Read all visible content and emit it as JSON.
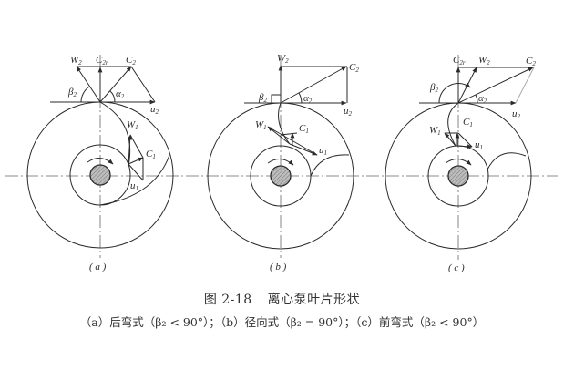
{
  "figure": {
    "number": "图 2-18",
    "title": "离心泵叶片形状",
    "subcaption": {
      "a": "（a）后弯式（β₂ < 90°）；",
      "b": "（b）径向式（β₂ = 90°）；",
      "c": "（c）前弯式（β₂ < 90°）"
    }
  },
  "panels": [
    {
      "id": "a",
      "label": "(a)",
      "type_name": "后弯式",
      "condition": "β₂ < 90°",
      "vectors_outlet": [
        "W₂",
        "C₂ᵣ",
        "C₂",
        "u₂"
      ],
      "angles_outlet": [
        "β₂",
        "α₂"
      ],
      "vectors_inlet": [
        "W₁",
        "C₁",
        "u₁"
      ]
    },
    {
      "id": "b",
      "label": "(b)",
      "type_name": "径向式",
      "condition": "β₂ = 90°",
      "vectors_outlet": [
        "W₂",
        "C₂",
        "u₂"
      ],
      "angles_outlet": [
        "β₂",
        "α₂"
      ],
      "vectors_inlet": [
        "W₁",
        "C₁",
        "u₁"
      ]
    },
    {
      "id": "c",
      "label": "(c)",
      "type_name": "前弯式",
      "condition": "β₂ < 90°",
      "vectors_outlet": [
        "C₂ᵣ",
        "W₂",
        "C₂",
        "u₂"
      ],
      "angles_outlet": [
        "β₂",
        "α₂"
      ],
      "vectors_inlet": [
        "W₁",
        "C₁",
        "u₁"
      ]
    }
  ],
  "labels": {
    "W": "W",
    "C": "C",
    "u": "u",
    "beta": "β",
    "alpha": "α",
    "sub1": "1",
    "sub2": "2",
    "sub2r": "2r",
    "panel_a": "( a )",
    "panel_b": "( b )",
    "panel_c": "( c )"
  },
  "colors": {
    "line": "#2a2a2a",
    "axis": "#555555",
    "background": "#ffffff"
  }
}
